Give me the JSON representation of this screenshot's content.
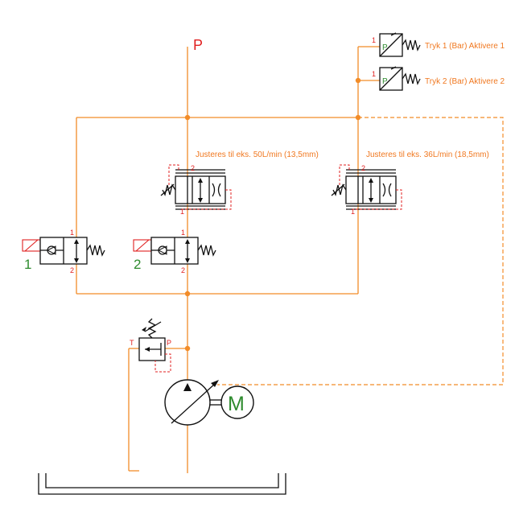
{
  "diagram": {
    "pressure_label": "P",
    "sensors": [
      {
        "port": "1",
        "symbol": "P",
        "label": "Tryk 1 (Bar) Aktivere 1"
      },
      {
        "port": "1",
        "symbol": "P",
        "label": "Tryk 2 (Bar) Aktivere 2"
      }
    ],
    "flow_valves": [
      {
        "label": "Justeres til eks. 50L/min (13,5mm)",
        "port_top": "2",
        "port_bottom": "1"
      },
      {
        "label": "Justeres til eks. 36L/min (18,5mm)",
        "port_top": "2",
        "port_bottom": "1"
      }
    ],
    "solenoid_valves": [
      {
        "id": "1",
        "port_top": "1",
        "port_bottom": "2"
      },
      {
        "id": "2",
        "port_top": "1",
        "port_bottom": "2"
      }
    ],
    "relief_valve": {
      "port_t": "T",
      "port_p": "P"
    },
    "motor_label": "M",
    "colors": {
      "line": "#f28c28",
      "port": "#e02020",
      "id": "#2e8b2e",
      "symbol": "#111111"
    }
  }
}
